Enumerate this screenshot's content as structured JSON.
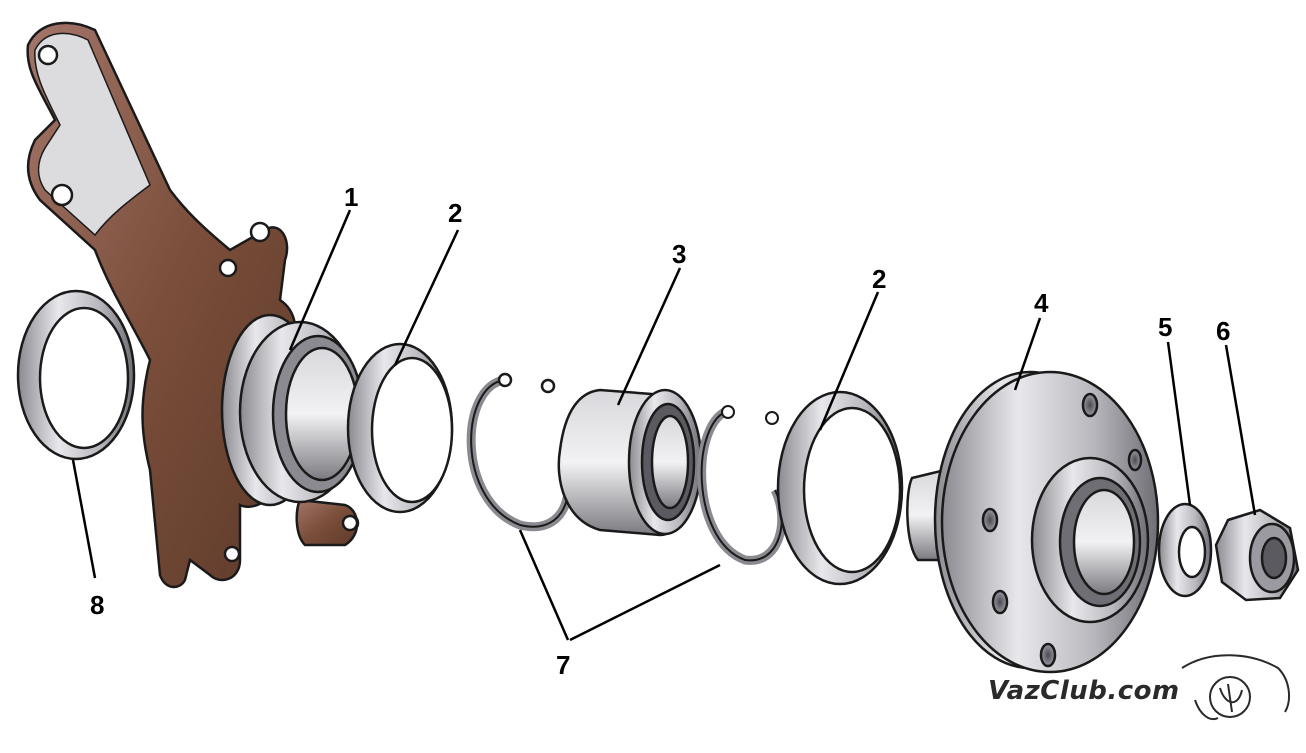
{
  "callouts": {
    "knuckle_housing": "1",
    "retaining_ring_left": "2",
    "bearing": "3",
    "retaining_ring_right": "2",
    "hub": "4",
    "washer": "5",
    "nut": "6",
    "spring_rings": "7",
    "mud_shield_ring": "8"
  },
  "watermark": {
    "text": "VazClub.com"
  },
  "colors": {
    "knuckle": "#7a4e3a",
    "knuckle_light": "#a4756a",
    "steel": "#c9c9cd",
    "steel_dark": "#6e6e74",
    "outline": "#1a1a1a"
  }
}
